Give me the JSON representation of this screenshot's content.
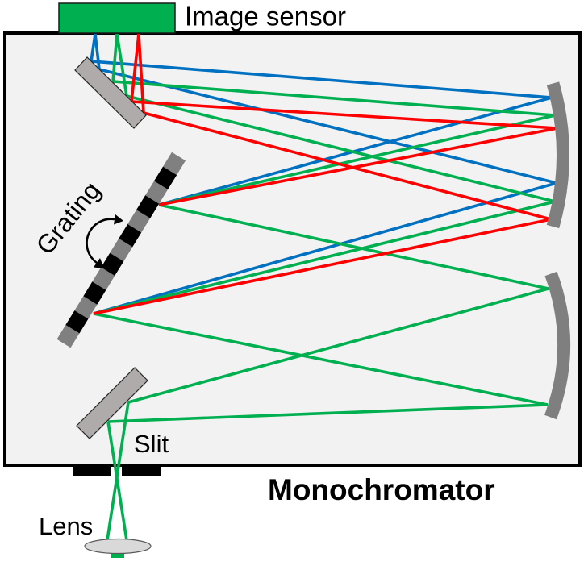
{
  "figure": {
    "labels": {
      "image_sensor": "Image sensor",
      "grating": "Grating",
      "slit": "Slit",
      "lens": "Lens",
      "title": "Monochromator"
    },
    "colors": {
      "background": "#FFFFFF",
      "housing_fill": "#F2F2F2",
      "housing_border": "#000000",
      "sensor": "#00B050",
      "flat_mirror": "#AFABAB",
      "concave_mirror": "#7F7F7F",
      "grating_light": "#808080",
      "grating_dark": "#000000",
      "slit_blade": "#000000",
      "lens": "#D9D9D9",
      "rays": {
        "blue": "#0070C0",
        "green": "#00B050",
        "red": "#FF0000"
      }
    },
    "grating": {
      "segment_count": 13
    },
    "icons": {
      "rotation": "curved-double-arrow"
    }
  }
}
